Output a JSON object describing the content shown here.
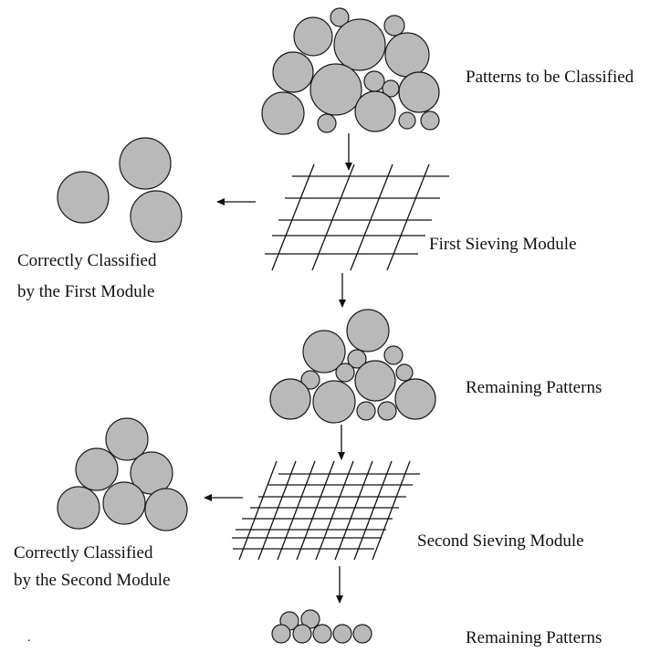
{
  "labels": {
    "patterns_to_classify": "Patterns to be Classified",
    "first_module": "First Sieving Module",
    "correct_first_line1": "Correctly Classified",
    "correct_first_line2": "by the First Module",
    "remaining_1": "Remaining Patterns",
    "second_module": "Second Sieving Module",
    "correct_second_line1": "Correctly Classified",
    "correct_second_line2": "by the Second Module",
    "remaining_2": "Remaining Patterns",
    "stray_mark": "."
  }
}
